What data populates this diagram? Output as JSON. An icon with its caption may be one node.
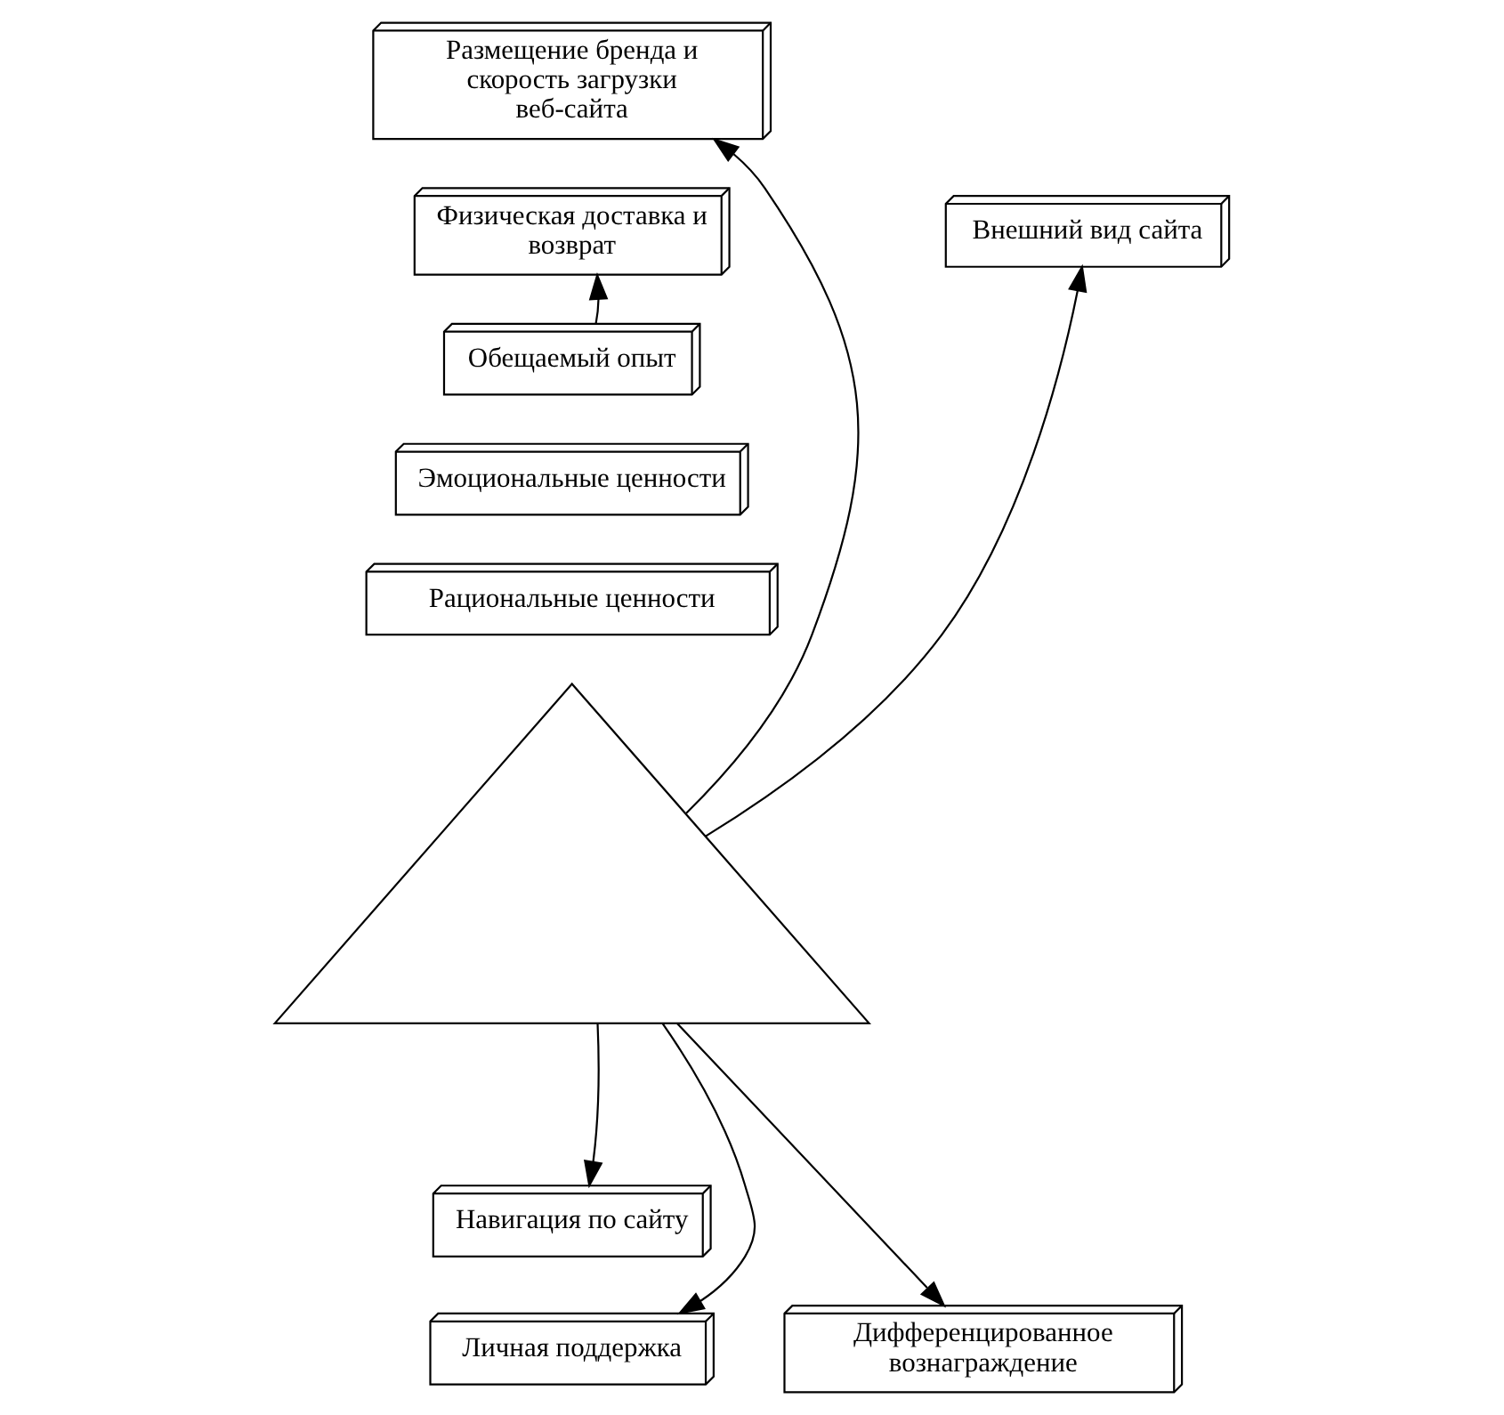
{
  "diagram": {
    "nodes": [
      {
        "text": [
          "Размещение бренда и скорость загрузки веб-сайта"
        ]
      },
      {
        "text": [
          "Физическая доставка и возврат"
        ]
      },
      {
        "text": [
          "Внешний вид сайта"
        ]
      },
      {
        "text": [],
        "shape": "triangle"
      },
      {
        "text": [
          "Обещаемый опыт"
        ]
      },
      {
        "text": [
          "Эмоциональные ценности"
        ]
      },
      {
        "text": [
          "Рациональные ценности"
        ]
      },
      {
        "text": [
          "Навигация по сайту"
        ]
      },
      {
        "text": [
          "Личная поддержка"
        ]
      },
      {
        "text": [
          "Дифференцированное вознаграждение"
        ]
      }
    ],
    "edges": [
      {
        "from": 3,
        "to": 0,
        "arrow": "to"
      },
      {
        "from": 4,
        "to": 1,
        "arrow": "to"
      },
      {
        "from": 3,
        "to": 2,
        "arrow": "to"
      },
      {
        "from": 3,
        "to": 7,
        "arrow": "to"
      },
      {
        "from": 3,
        "to": 8,
        "arrow": "to"
      },
      {
        "from": 3,
        "to": 9,
        "arrow": "to"
      }
    ]
  }
}
